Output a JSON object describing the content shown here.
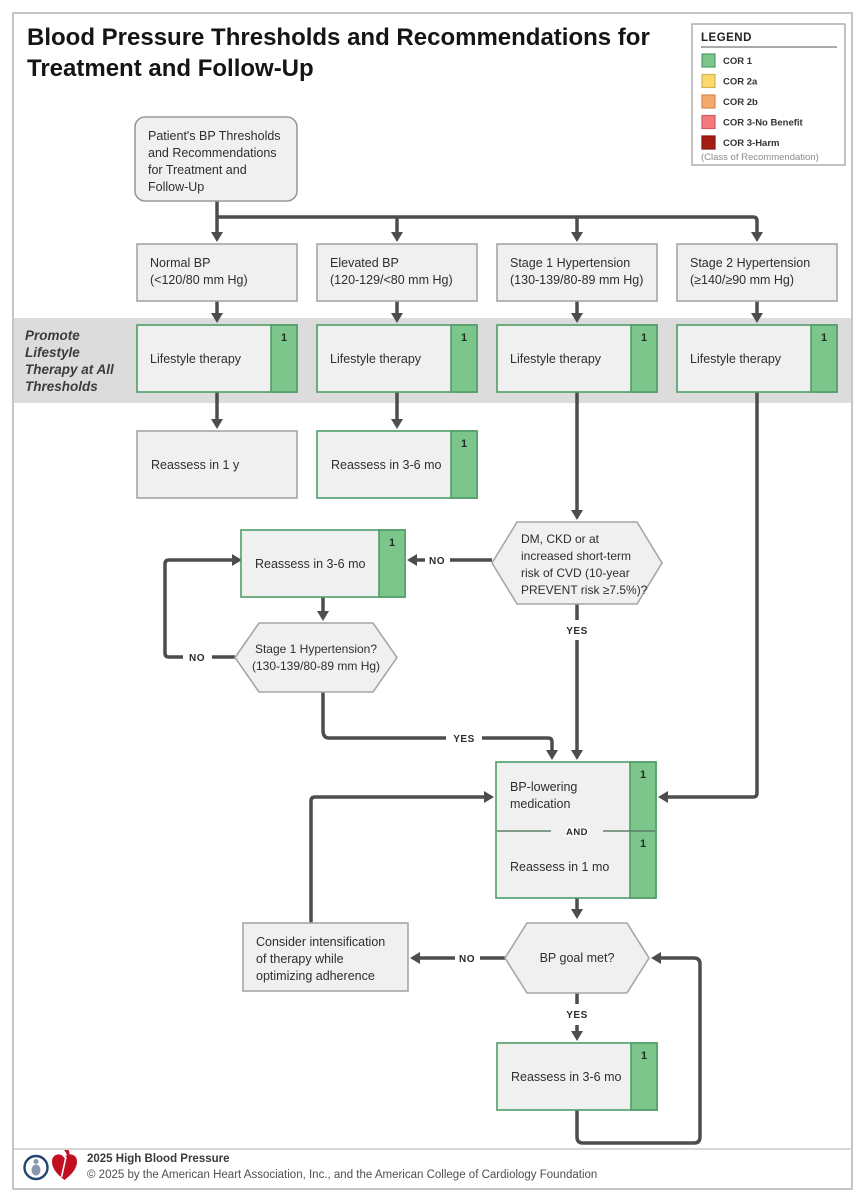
{
  "title": {
    "line1": "Blood Pressure Thresholds and Recommendations for",
    "line2": "Treatment and Follow-Up"
  },
  "legend": {
    "title": "LEGEND",
    "note": "(Class of Recommendation)",
    "items": [
      {
        "label": "COR 1",
        "color": "#7cc68c",
        "border": "#4f9d68"
      },
      {
        "label": "COR 2a",
        "color": "#fbd96b",
        "border": "#d3b254"
      },
      {
        "label": "COR 2b",
        "color": "#f5a96a",
        "border": "#d48850"
      },
      {
        "label": "COR 3-No Benefit",
        "color": "#f4797c",
        "border": "#cf5a60"
      },
      {
        "label": "COR 3-Harm",
        "color": "#a51c12",
        "border": "#82150d"
      }
    ]
  },
  "band": {
    "lines": [
      "Promote",
      "Lifestyle",
      "Therapy at All",
      "Thresholds"
    ]
  },
  "badge": "1",
  "edge_labels": {
    "yes": "YES",
    "no": "NO",
    "and": "AND"
  },
  "nodes": {
    "root": {
      "lines": [
        "Patient's BP Thresholds",
        "and Recommendations",
        "for Treatment and",
        "Follow-Up"
      ]
    },
    "normal_bp": {
      "lines": [
        "Normal BP",
        "(<120/80 mm Hg)"
      ]
    },
    "elevated_bp": {
      "lines": [
        "Elevated BP",
        "(120-129/<80 mm Hg)"
      ]
    },
    "stage1_htn": {
      "lines": [
        "Stage 1 Hypertension",
        "(130-139/80-89 mm Hg)"
      ]
    },
    "stage2_htn": {
      "lines": [
        "Stage 2 Hypertension",
        "(≥140/≥90 mm Hg)"
      ]
    },
    "lifestyle_therapy": "Lifestyle therapy",
    "reassess_1y": "Reassess in 1 y",
    "reassess_36_elevated": "Reassess in 3-6 mo",
    "reassess_36_loop": "Reassess in 3-6 mo",
    "dm_ckd_question": {
      "lines": [
        "DM, CKD or at",
        "increased short-term",
        "risk of CVD (10-year",
        "PREVENT risk ≥7.5%)?"
      ]
    },
    "stage1_question": {
      "lines": [
        "Stage 1 Hypertension?",
        "(130-139/80-89 mm Hg)"
      ]
    },
    "bp_med": {
      "line1": "BP-lowering",
      "line2": "medication"
    },
    "reassess_1mo": "Reassess in 1 mo",
    "bp_goal_question": "BP goal met?",
    "consider": {
      "lines": [
        "Consider intensification",
        "of therapy while",
        "optimizing adherence"
      ]
    },
    "reassess_36_final": "Reassess in 3-6 mo"
  },
  "footer": {
    "line1": "2025 High Blood Pressure",
    "line2": "© 2025 by the American Heart Association, Inc., and the American College of Cardiology Foundation"
  },
  "colors": {
    "cor1": "#7cc68c",
    "cor1_border": "#4f9d68",
    "arrow": "#4d4d4d",
    "band_bg": "#dcdcdc",
    "node_bg": "#f0f0f0",
    "node_border": "#a6a6a6",
    "aha_red": "#c10e21",
    "acc_navy": "#24456f"
  }
}
